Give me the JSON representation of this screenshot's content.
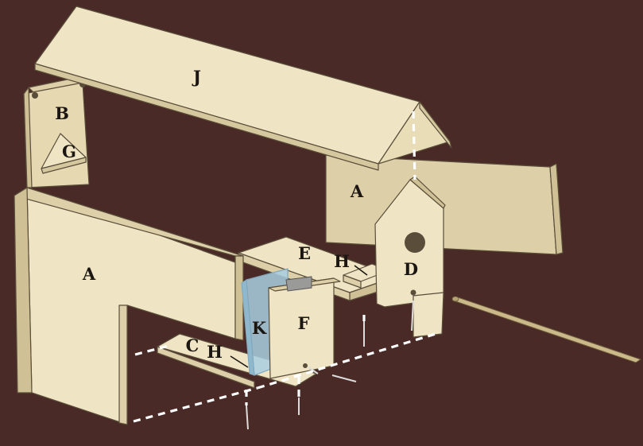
{
  "labels": {
    "roof": "J",
    "back_wall": "B",
    "gable_block": "G",
    "side_left": "A",
    "side_right": "A",
    "floor_rear": "E",
    "floor_rear_cleat": "H",
    "front": "D",
    "floor_front": "C",
    "floor_front_cleat": "H",
    "acrylic_panel": "K",
    "partition": "F"
  },
  "colors": {
    "background": "#4a2a26",
    "wood_face": "#efe5c4",
    "wood_side": "#ddd0a8",
    "wood_shade": "#cfc195",
    "acrylic": "#a9cfe2",
    "dowel": "#cbb98a",
    "dash": "#ffffff"
  }
}
